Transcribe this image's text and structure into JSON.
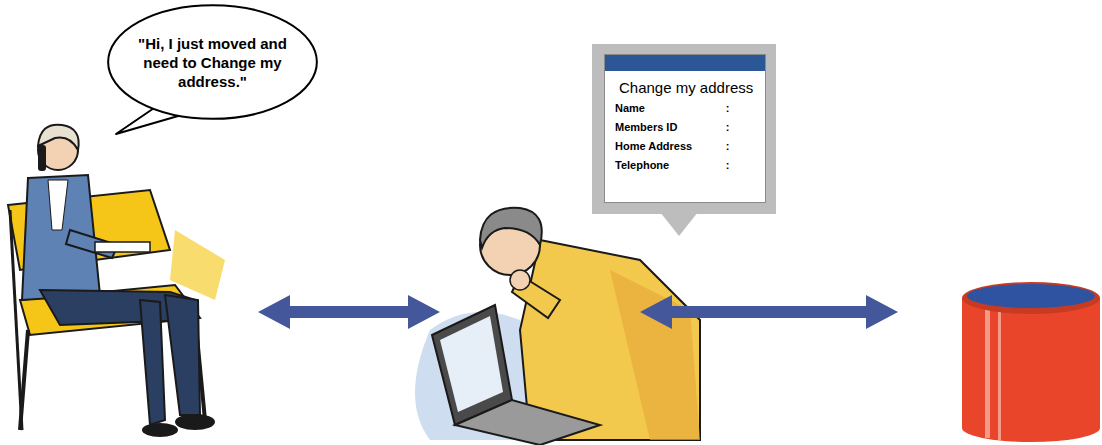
{
  "diagram": {
    "nodes": [
      {
        "text": [
          "\"Hi, I just moved and need to Change my address.\""
        ]
      },
      {
        "text": [
          "Change my address",
          "Name",
          ":",
          "Members ID",
          ":",
          "Home Address",
          ":",
          "Telephone",
          ":"
        ]
      }
    ]
  }
}
